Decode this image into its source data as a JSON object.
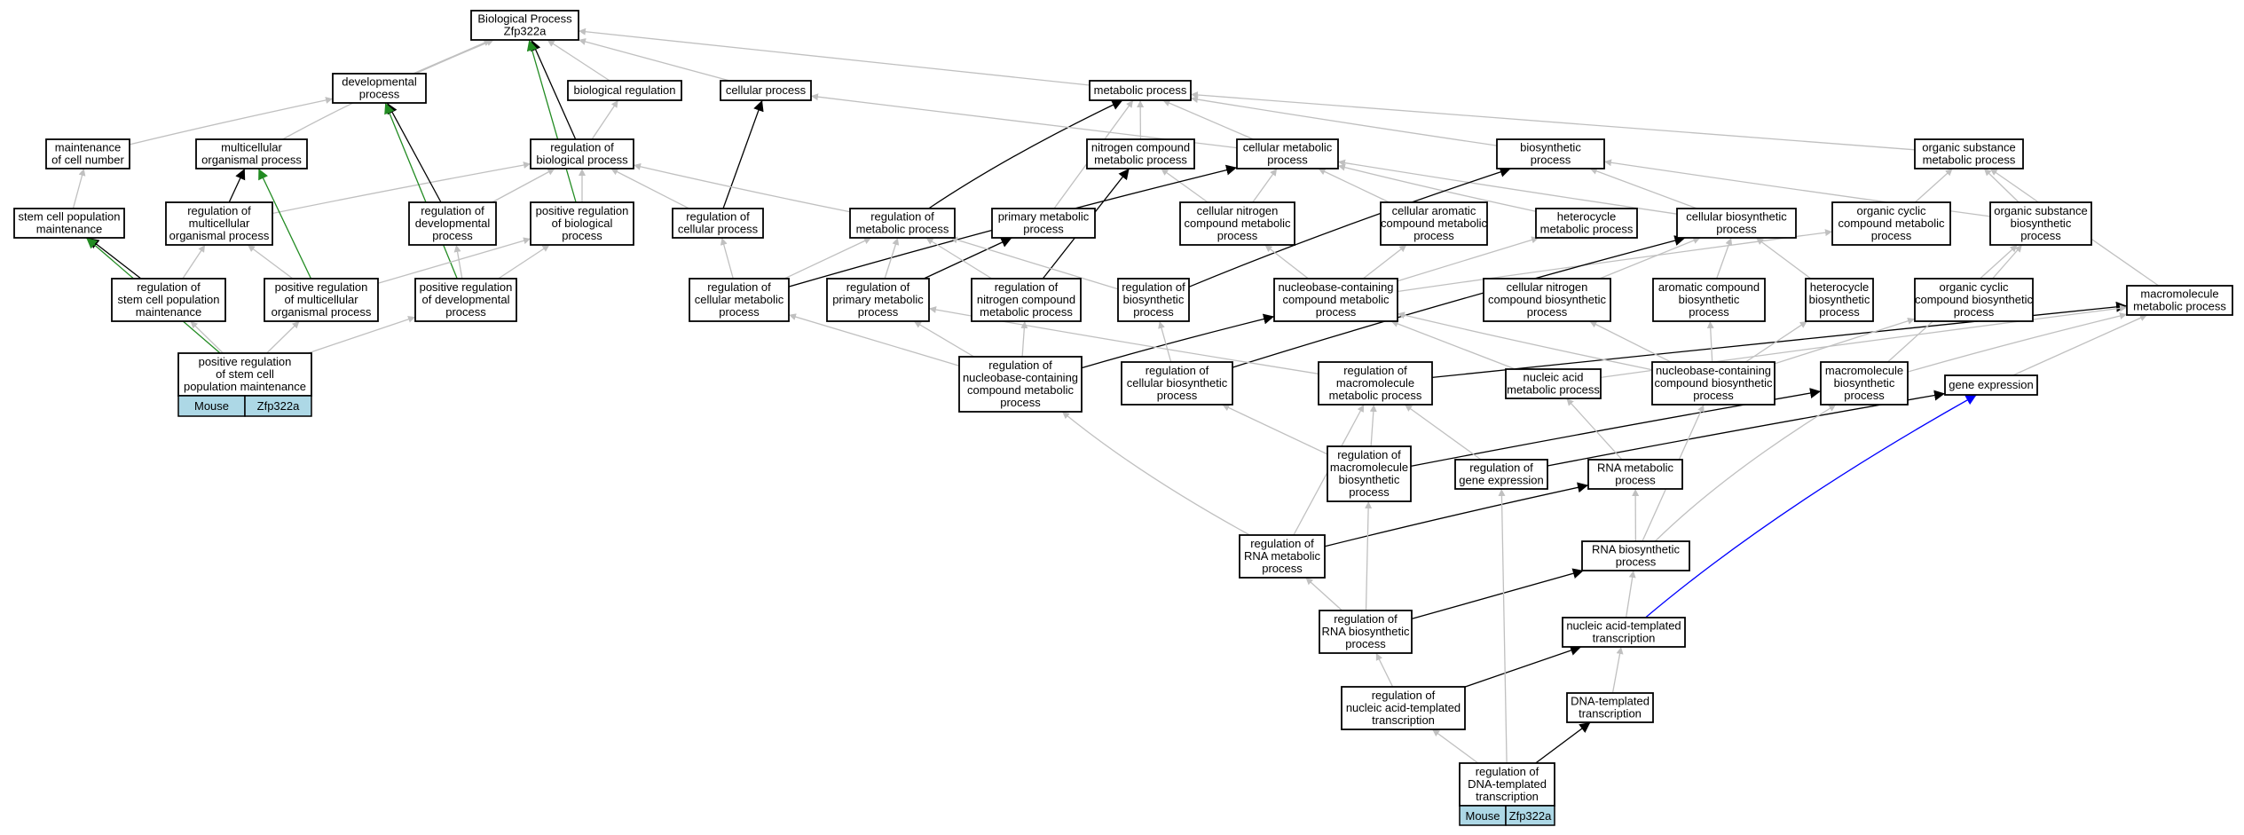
{
  "colors": {
    "is_a": "#c0c0c0",
    "regulates": "#000000",
    "positively_regulates": "#228b22",
    "annotation_link": "#0000ff",
    "tag_fill": "#add8e6"
  },
  "annotations": {
    "left": {
      "species": "Mouse",
      "gene": "Zfp322a"
    },
    "right": {
      "species": "Mouse",
      "gene": "Zfp322a"
    }
  },
  "nodes": [
    {
      "id": "root",
      "lines": [
        "Biological Process",
        "Zfp322a"
      ]
    },
    {
      "id": "dev",
      "lines": [
        "developmental",
        "process"
      ]
    },
    {
      "id": "bioreg",
      "lines": [
        "biological regulation"
      ]
    },
    {
      "id": "cellproc",
      "lines": [
        "cellular process"
      ]
    },
    {
      "id": "metab",
      "lines": [
        "metabolic process"
      ]
    },
    {
      "id": "maint",
      "lines": [
        "maintenance",
        "of cell number"
      ]
    },
    {
      "id": "multi",
      "lines": [
        "multicellular",
        "organismal process"
      ]
    },
    {
      "id": "regbio",
      "lines": [
        "regulation of",
        "biological process"
      ]
    },
    {
      "id": "nitro",
      "lines": [
        "nitrogen compound",
        "metabolic process"
      ]
    },
    {
      "id": "cellmet",
      "lines": [
        "cellular metabolic",
        "process"
      ]
    },
    {
      "id": "biosyn",
      "lines": [
        "biosynthetic",
        "process"
      ]
    },
    {
      "id": "orgsub",
      "lines": [
        "organic substance",
        "metabolic process"
      ]
    },
    {
      "id": "stem",
      "lines": [
        "stem cell population",
        "maintenance"
      ]
    },
    {
      "id": "regmulti",
      "lines": [
        "regulation of",
        "multicellular",
        "organismal process"
      ]
    },
    {
      "id": "regdev",
      "lines": [
        "regulation of",
        "developmental",
        "process"
      ]
    },
    {
      "id": "posregbio",
      "lines": [
        "positive regulation",
        "of biological",
        "process"
      ]
    },
    {
      "id": "regcell",
      "lines": [
        "regulation of",
        "cellular process"
      ]
    },
    {
      "id": "regmet",
      "lines": [
        "regulation of",
        "metabolic process"
      ]
    },
    {
      "id": "primmet",
      "lines": [
        "primary metabolic",
        "process"
      ]
    },
    {
      "id": "cellnitro",
      "lines": [
        "cellular nitrogen",
        "compound metabolic",
        "process"
      ]
    },
    {
      "id": "cellarom",
      "lines": [
        "cellular aromatic",
        "compound metabolic",
        "process"
      ]
    },
    {
      "id": "hetmet",
      "lines": [
        "heterocycle",
        "metabolic process"
      ]
    },
    {
      "id": "cellbiosyn",
      "lines": [
        "cellular biosynthetic",
        "process"
      ]
    },
    {
      "id": "orgcyc",
      "lines": [
        "organic cyclic",
        "compound metabolic",
        "process"
      ]
    },
    {
      "id": "orgsubbio",
      "lines": [
        "organic substance",
        "biosynthetic",
        "process"
      ]
    },
    {
      "id": "regstem",
      "lines": [
        "regulation of",
        "stem cell population",
        "maintenance"
      ]
    },
    {
      "id": "posregmulti",
      "lines": [
        "positive regulation",
        "of multicellular",
        "organismal process"
      ]
    },
    {
      "id": "posregdev",
      "lines": [
        "positive regulation",
        "of developmental",
        "process"
      ]
    },
    {
      "id": "regcellmet",
      "lines": [
        "regulation of",
        "cellular metabolic",
        "process"
      ]
    },
    {
      "id": "regprim",
      "lines": [
        "regulation of",
        "primary metabolic",
        "process"
      ]
    },
    {
      "id": "regnitro",
      "lines": [
        "regulation of",
        "nitrogen compound",
        "metabolic process"
      ]
    },
    {
      "id": "regbiosyn",
      "lines": [
        "regulation of",
        "biosynthetic",
        "process"
      ]
    },
    {
      "id": "nucmet",
      "lines": [
        "nucleobase-containing",
        "compound metabolic",
        "process"
      ]
    },
    {
      "id": "cellnitrobio",
      "lines": [
        "cellular nitrogen",
        "compound biosynthetic",
        "process"
      ]
    },
    {
      "id": "arombio",
      "lines": [
        "aromatic compound",
        "biosynthetic",
        "process"
      ]
    },
    {
      "id": "hetbio",
      "lines": [
        "heterocycle",
        "biosynthetic",
        "process"
      ]
    },
    {
      "id": "orgcycbio",
      "lines": [
        "organic cyclic",
        "compound biosynthetic",
        "process"
      ]
    },
    {
      "id": "macromet",
      "lines": [
        "macromolecule",
        "metabolic process"
      ]
    },
    {
      "id": "posregstem",
      "lines": [
        "positive regulation",
        "of stem cell",
        "population maintenance"
      ]
    },
    {
      "id": "regnucmet",
      "lines": [
        "regulation of",
        "nucleobase-containing",
        "compound metabolic",
        "process"
      ]
    },
    {
      "id": "regcellbio",
      "lines": [
        "regulation of",
        "cellular biosynthetic",
        "process"
      ]
    },
    {
      "id": "regmacro",
      "lines": [
        "regulation of",
        "macromolecule",
        "metabolic process"
      ]
    },
    {
      "id": "nacidmet",
      "lines": [
        "nucleic acid",
        "metabolic process"
      ]
    },
    {
      "id": "nucbio",
      "lines": [
        "nucleobase-containing",
        "compound biosynthetic",
        "process"
      ]
    },
    {
      "id": "macrobio",
      "lines": [
        "macromolecule",
        "biosynthetic",
        "process"
      ]
    },
    {
      "id": "geneexp",
      "lines": [
        "gene expression"
      ]
    },
    {
      "id": "regmacrobio",
      "lines": [
        "regulation of",
        "macromolecule",
        "biosynthetic",
        "process"
      ]
    },
    {
      "id": "reggene",
      "lines": [
        "regulation of",
        "gene expression"
      ]
    },
    {
      "id": "rnamet",
      "lines": [
        "RNA metabolic",
        "process"
      ]
    },
    {
      "id": "regrnamet",
      "lines": [
        "regulation of",
        "RNA metabolic",
        "process"
      ]
    },
    {
      "id": "rnabio",
      "lines": [
        "RNA biosynthetic",
        "process"
      ]
    },
    {
      "id": "regrnabio",
      "lines": [
        "regulation of",
        "RNA biosynthetic",
        "process"
      ]
    },
    {
      "id": "nactrans",
      "lines": [
        "nucleic acid-templated",
        "transcription"
      ]
    },
    {
      "id": "regnactrans",
      "lines": [
        "regulation of",
        "nucleic acid-templated",
        "transcription"
      ]
    },
    {
      "id": "dnatrans",
      "lines": [
        "DNA-templated",
        "transcription"
      ]
    },
    {
      "id": "regdnatrans",
      "lines": [
        "regulation of",
        "DNA-templated",
        "transcription"
      ]
    }
  ],
  "edges": [
    {
      "from": "dev",
      "to": "root",
      "type": "is_a"
    },
    {
      "from": "bioreg",
      "to": "root",
      "type": "is_a"
    },
    {
      "from": "cellproc",
      "to": "root",
      "type": "is_a"
    },
    {
      "from": "metab",
      "to": "root",
      "type": "is_a"
    },
    {
      "from": "multi",
      "to": "root",
      "type": "is_a"
    },
    {
      "from": "regbio",
      "to": "bioreg",
      "type": "is_a"
    },
    {
      "from": "regbio",
      "to": "root",
      "type": "regulates"
    },
    {
      "from": "posregbio",
      "to": "root",
      "type": "positively_regulates"
    },
    {
      "from": "posregbio",
      "to": "regbio",
      "type": "is_a"
    },
    {
      "from": "maint",
      "to": "dev",
      "type": "is_a"
    },
    {
      "from": "stem",
      "to": "maint",
      "type": "is_a"
    },
    {
      "from": "regmulti",
      "to": "multi",
      "type": "regulates"
    },
    {
      "from": "regmulti",
      "to": "regbio",
      "type": "is_a"
    },
    {
      "from": "regdev",
      "to": "dev",
      "type": "regulates"
    },
    {
      "from": "regdev",
      "to": "regbio",
      "type": "is_a"
    },
    {
      "from": "posregdev",
      "to": "dev",
      "type": "positively_regulates"
    },
    {
      "from": "posregdev",
      "to": "regdev",
      "type": "is_a"
    },
    {
      "from": "posregdev",
      "to": "posregbio",
      "type": "is_a"
    },
    {
      "from": "posregmulti",
      "to": "multi",
      "type": "positively_regulates"
    },
    {
      "from": "posregmulti",
      "to": "regmulti",
      "type": "is_a"
    },
    {
      "from": "posregmulti",
      "to": "posregbio",
      "type": "is_a"
    },
    {
      "from": "regstem",
      "to": "stem",
      "type": "regulates"
    },
    {
      "from": "regstem",
      "to": "regmulti",
      "type": "is_a"
    },
    {
      "from": "posregstem",
      "to": "stem",
      "type": "positively_regulates"
    },
    {
      "from": "posregstem",
      "to": "regstem",
      "type": "is_a"
    },
    {
      "from": "posregstem",
      "to": "posregmulti",
      "type": "is_a"
    },
    {
      "from": "posregstem",
      "to": "posregdev",
      "type": "is_a"
    },
    {
      "from": "regcell",
      "to": "cellproc",
      "type": "regulates"
    },
    {
      "from": "regcell",
      "to": "regbio",
      "type": "is_a"
    },
    {
      "from": "regmet",
      "to": "metab",
      "type": "regulates"
    },
    {
      "from": "regmet",
      "to": "regbio",
      "type": "is_a"
    },
    {
      "from": "cellmet",
      "to": "cellproc",
      "type": "is_a"
    },
    {
      "from": "cellmet",
      "to": "metab",
      "type": "is_a"
    },
    {
      "from": "nitro",
      "to": "metab",
      "type": "is_a"
    },
    {
      "from": "primmet",
      "to": "metab",
      "type": "is_a"
    },
    {
      "from": "biosyn",
      "to": "metab",
      "type": "is_a"
    },
    {
      "from": "orgsub",
      "to": "metab",
      "type": "is_a"
    },
    {
      "from": "cellnitro",
      "to": "nitro",
      "type": "is_a"
    },
    {
      "from": "cellnitro",
      "to": "cellmet",
      "type": "is_a"
    },
    {
      "from": "cellarom",
      "to": "cellmet",
      "type": "is_a"
    },
    {
      "from": "hetmet",
      "to": "cellmet",
      "type": "is_a"
    },
    {
      "from": "cellbiosyn",
      "to": "biosyn",
      "type": "is_a"
    },
    {
      "from": "cellbiosyn",
      "to": "cellmet",
      "type": "is_a"
    },
    {
      "from": "orgcyc",
      "to": "orgsub",
      "type": "is_a"
    },
    {
      "from": "orgsubbio",
      "to": "orgsub",
      "type": "is_a"
    },
    {
      "from": "orgsubbio",
      "to": "biosyn",
      "type": "is_a"
    },
    {
      "from": "regcellmet",
      "to": "cellmet",
      "type": "regulates"
    },
    {
      "from": "regcellmet",
      "to": "regcell",
      "type": "is_a"
    },
    {
      "from": "regcellmet",
      "to": "regmet",
      "type": "is_a"
    },
    {
      "from": "regprim",
      "to": "primmet",
      "type": "regulates"
    },
    {
      "from": "regprim",
      "to": "regmet",
      "type": "is_a"
    },
    {
      "from": "regnitro",
      "to": "nitro",
      "type": "regulates"
    },
    {
      "from": "regnitro",
      "to": "regmet",
      "type": "is_a"
    },
    {
      "from": "regbiosyn",
      "to": "biosyn",
      "type": "regulates"
    },
    {
      "from": "regbiosyn",
      "to": "regmet",
      "type": "is_a"
    },
    {
      "from": "nucmet",
      "to": "cellnitro",
      "type": "is_a"
    },
    {
      "from": "nucmet",
      "to": "cellarom",
      "type": "is_a"
    },
    {
      "from": "nucmet",
      "to": "hetmet",
      "type": "is_a"
    },
    {
      "from": "nucmet",
      "to": "orgcyc",
      "type": "is_a"
    },
    {
      "from": "cellnitrobio",
      "to": "cellbiosyn",
      "type": "is_a"
    },
    {
      "from": "arombio",
      "to": "cellbiosyn",
      "type": "is_a"
    },
    {
      "from": "hetbio",
      "to": "cellbiosyn",
      "type": "is_a"
    },
    {
      "from": "orgcycbio",
      "to": "orgsubbio",
      "type": "is_a"
    },
    {
      "from": "macromet",
      "to": "orgsub",
      "type": "is_a"
    },
    {
      "from": "regnucmet",
      "to": "nucmet",
      "type": "regulates"
    },
    {
      "from": "regnucmet",
      "to": "regcellmet",
      "type": "is_a"
    },
    {
      "from": "regnucmet",
      "to": "regprim",
      "type": "is_a"
    },
    {
      "from": "regnucmet",
      "to": "regnitro",
      "type": "is_a"
    },
    {
      "from": "regcellbio",
      "to": "cellbiosyn",
      "type": "regulates"
    },
    {
      "from": "regcellbio",
      "to": "regbiosyn",
      "type": "is_a"
    },
    {
      "from": "regmacro",
      "to": "macromet",
      "type": "regulates"
    },
    {
      "from": "regmacro",
      "to": "regprim",
      "type": "is_a"
    },
    {
      "from": "nacidmet",
      "to": "nucmet",
      "type": "is_a"
    },
    {
      "from": "nacidmet",
      "to": "macromet",
      "type": "is_a"
    },
    {
      "from": "nucbio",
      "to": "nucmet",
      "type": "is_a"
    },
    {
      "from": "nucbio",
      "to": "cellnitrobio",
      "type": "is_a"
    },
    {
      "from": "nucbio",
      "to": "arombio",
      "type": "is_a"
    },
    {
      "from": "nucbio",
      "to": "hetbio",
      "type": "is_a"
    },
    {
      "from": "nucbio",
      "to": "orgcycbio",
      "type": "is_a"
    },
    {
      "from": "macrobio",
      "to": "macromet",
      "type": "is_a"
    },
    {
      "from": "macrobio",
      "to": "orgsubbio",
      "type": "is_a"
    },
    {
      "from": "geneexp",
      "to": "macromet",
      "type": "is_a"
    },
    {
      "from": "regmacrobio",
      "to": "regmacro",
      "type": "is_a"
    },
    {
      "from": "regmacrobio",
      "to": "regcellbio",
      "type": "is_a"
    },
    {
      "from": "regmacrobio",
      "to": "macrobio",
      "type": "regulates"
    },
    {
      "from": "reggene",
      "to": "regmacro",
      "type": "is_a"
    },
    {
      "from": "reggene",
      "to": "geneexp",
      "type": "regulates"
    },
    {
      "from": "rnamet",
      "to": "nacidmet",
      "type": "is_a"
    },
    {
      "from": "regrnamet",
      "to": "regnucmet",
      "type": "is_a"
    },
    {
      "from": "regrnamet",
      "to": "regmacro",
      "type": "is_a"
    },
    {
      "from": "regrnamet",
      "to": "rnamet",
      "type": "regulates"
    },
    {
      "from": "rnabio",
      "to": "rnamet",
      "type": "is_a"
    },
    {
      "from": "rnabio",
      "to": "nucbio",
      "type": "is_a"
    },
    {
      "from": "rnabio",
      "to": "macrobio",
      "type": "is_a"
    },
    {
      "from": "regrnabio",
      "to": "regrnamet",
      "type": "is_a"
    },
    {
      "from": "regrnabio",
      "to": "regmacrobio",
      "type": "is_a"
    },
    {
      "from": "regrnabio",
      "to": "rnabio",
      "type": "regulates"
    },
    {
      "from": "nactrans",
      "to": "rnabio",
      "type": "is_a"
    },
    {
      "from": "nactrans",
      "to": "geneexp",
      "type": "annotation"
    },
    {
      "from": "regnactrans",
      "to": "regrnabio",
      "type": "is_a"
    },
    {
      "from": "regnactrans",
      "to": "nactrans",
      "type": "regulates"
    },
    {
      "from": "dnatrans",
      "to": "nactrans",
      "type": "is_a"
    },
    {
      "from": "regdnatrans",
      "to": "regnactrans",
      "type": "is_a"
    },
    {
      "from": "regdnatrans",
      "to": "reggene",
      "type": "is_a"
    },
    {
      "from": "regdnatrans",
      "to": "dnatrans",
      "type": "regulates"
    }
  ]
}
